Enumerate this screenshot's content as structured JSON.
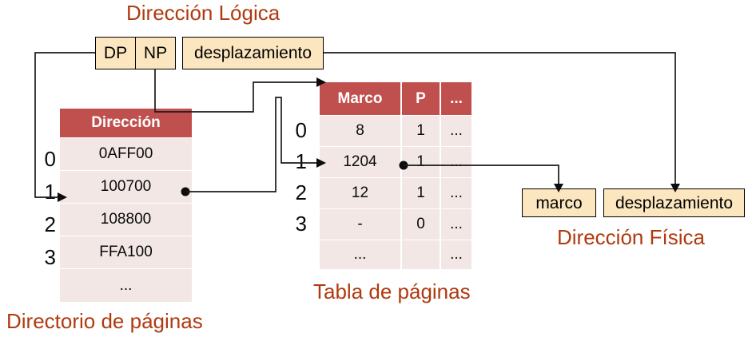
{
  "colors": {
    "caption": "#b03a10",
    "table_header_bg": "#c0504d",
    "table_header_text": "#ffffff",
    "table_cell_bg": "#f2e7e5",
    "box_fill": "#fce6bf",
    "box_border": "#000000",
    "connector": "#1a1a1a"
  },
  "captions": {
    "logical_address": "Dirección Lógica",
    "page_directory": "Directorio de páginas",
    "page_table": "Tabla de páginas",
    "physical_address": "Dirección Física"
  },
  "logical_address": {
    "fields": [
      {
        "label": "DP"
      },
      {
        "label": "NP"
      },
      {
        "label": "desplazamiento"
      }
    ]
  },
  "page_directory": {
    "header": "Dirección",
    "row_indices": [
      "0",
      "1",
      "2",
      "3",
      ""
    ],
    "rows": [
      {
        "index": "0",
        "value": "0AFF00"
      },
      {
        "index": "1",
        "value": "100700"
      },
      {
        "index": "2",
        "value": "108800"
      },
      {
        "index": "3",
        "value": "FFA100"
      },
      {
        "index": "",
        "value": "..."
      }
    ]
  },
  "page_table": {
    "headers": [
      "Marco",
      "P",
      "..."
    ],
    "row_indices": [
      "0",
      "1",
      "2",
      "3",
      ""
    ],
    "rows": [
      {
        "index": "0",
        "marco": "8",
        "p": "1",
        "more": "..."
      },
      {
        "index": "1",
        "marco": "1204",
        "p": "1",
        "more": "..."
      },
      {
        "index": "2",
        "marco": "12",
        "p": "1",
        "more": "..."
      },
      {
        "index": "3",
        "marco": "-",
        "p": "0",
        "more": "..."
      },
      {
        "index": "",
        "marco": "...",
        "p": "",
        "more": "..."
      }
    ]
  },
  "physical_address": {
    "fields": [
      {
        "label": "marco"
      },
      {
        "label": "desplazamiento"
      }
    ]
  }
}
